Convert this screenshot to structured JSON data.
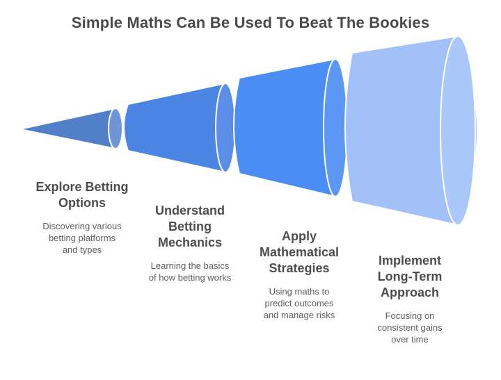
{
  "title": "Simple Maths Can Be Used To Beat The Bookies",
  "colors": {
    "title_text": "#4a4a4a",
    "heading_text": "#4d4d4d",
    "description_text": "#5e5e5e",
    "segment_outline": "#ffffff"
  },
  "funnel": {
    "type": "horizontal-cone-funnel",
    "direction": "small-left-to-large-right",
    "stages": [
      {
        "index": 1,
        "heading": "Explore Betting\nOptions",
        "description": "Discovering various\nbetting platforms\nand types",
        "body_color": "#5180c8",
        "cap_color": "#6e95d7"
      },
      {
        "index": 2,
        "heading": "Understand\nBetting\nMechanics",
        "description": "Learning the basics\nof how betting works",
        "body_color": "#4c86e4",
        "cap_color": "#5a8ee8"
      },
      {
        "index": 3,
        "heading": "Apply\nMathematical\nStrategies",
        "description": "Using maths to\npredict outcomes\nand manage risks",
        "body_color": "#4a8df5",
        "cap_color": "#5c97f6"
      },
      {
        "index": 4,
        "heading": "Implement\nLong-Term\nApproach",
        "description": "Focusing on\nconsistent gains\nover time",
        "body_color": "#a2c1f8",
        "cap_color": "#abc8fa"
      }
    ]
  }
}
